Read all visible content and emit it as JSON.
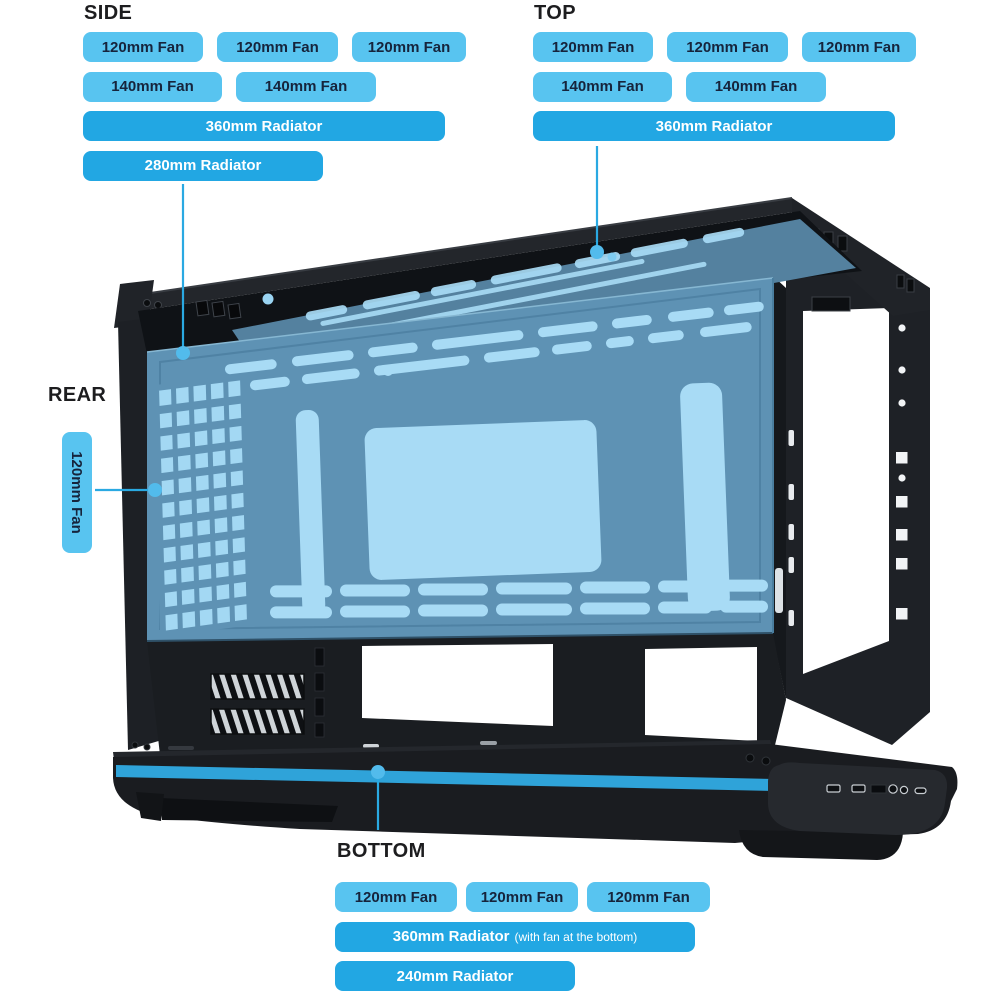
{
  "page": {
    "background": "#ffffff"
  },
  "palette": {
    "fan_badge_bg": "#58C4F0",
    "radiator_badge_bg": "#22A7E3",
    "badge_dark_text": "#16243C",
    "radiator_text": "#FFFFFF",
    "heading_text": "#1D1D1F",
    "connector_line": "#2AA9E2",
    "case_black": "#1E2126",
    "side_panel_blue": "#5E92B4",
    "highlight_blue": "#A8DBF5",
    "bottom_strip_blue": "#2FA3D9"
  },
  "sections": {
    "side": {
      "heading": "SIDE",
      "fans_120": [
        "120mm Fan",
        "120mm Fan",
        "120mm Fan"
      ],
      "fans_140": [
        "140mm Fan",
        "140mm Fan"
      ],
      "radiators": [
        "360mm Radiator",
        "280mm Radiator"
      ]
    },
    "top": {
      "heading": "TOP",
      "fans_120": [
        "120mm Fan",
        "120mm Fan",
        "120mm Fan"
      ],
      "fans_140": [
        "140mm Fan",
        "140mm Fan"
      ],
      "radiators": [
        "360mm Radiator"
      ]
    },
    "rear": {
      "heading": "REAR",
      "fan": "120mm Fan"
    },
    "bottom": {
      "heading": "BOTTOM",
      "fans_120": [
        "120mm Fan",
        "120mm Fan",
        "120mm Fan"
      ],
      "radiator_360": "360mm Radiator",
      "radiator_360_note": "(with fan at the bottom)",
      "radiator_240": "240mm Radiator"
    }
  }
}
